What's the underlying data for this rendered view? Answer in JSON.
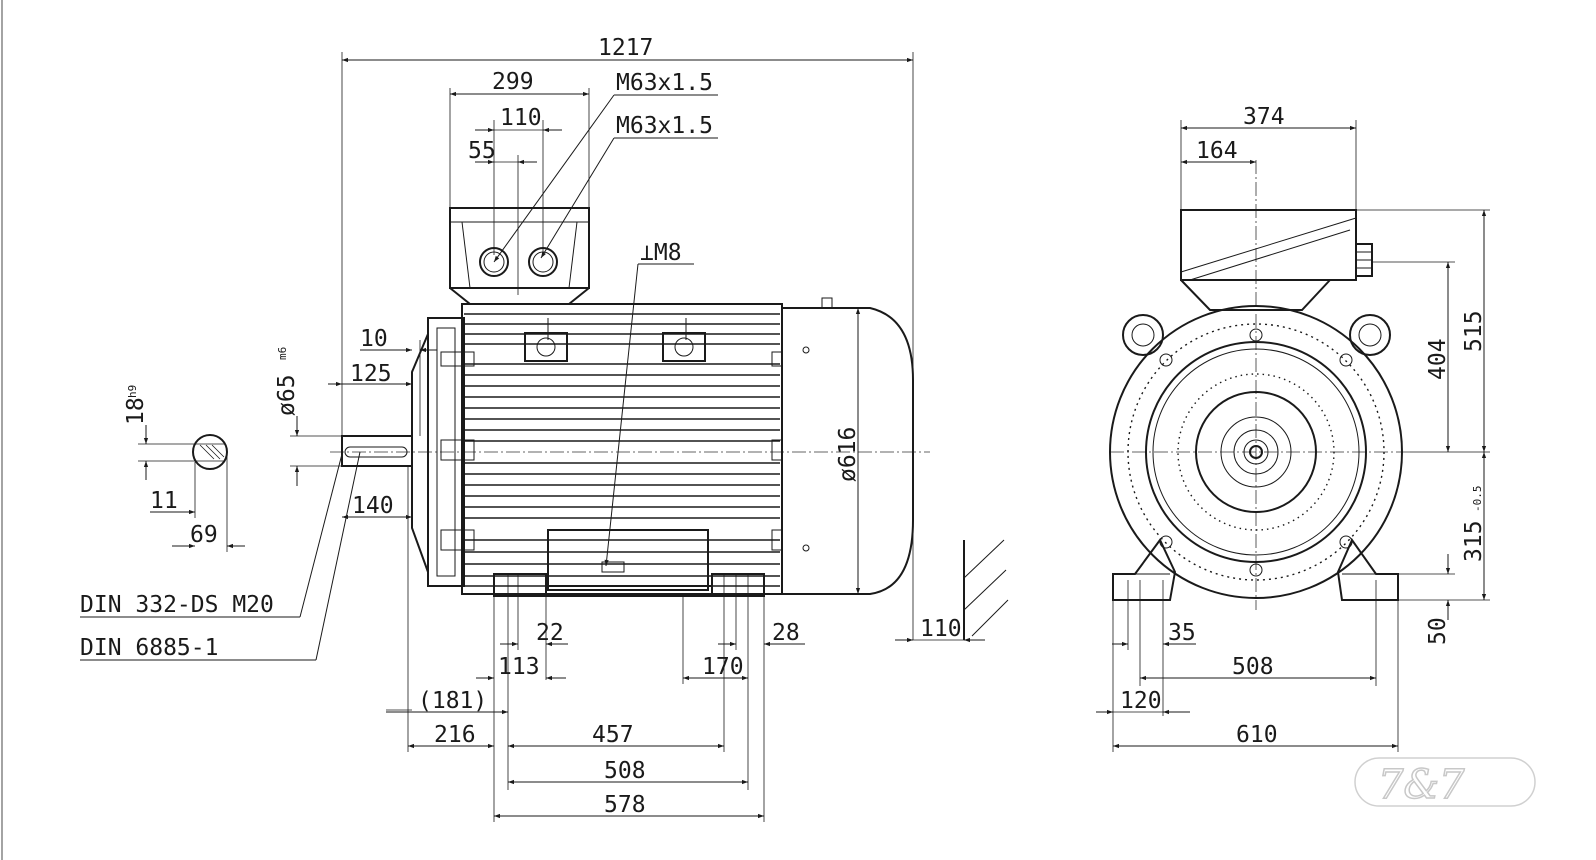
{
  "drawing": {
    "overall_length": "1217",
    "terminal_box": {
      "width": "299",
      "gland_spacing": "110",
      "gland_offset": "55",
      "gland_1": "M63x1.5",
      "gland_2": "M63x1.5"
    },
    "earth_terminal": "⊥M8",
    "shaft": {
      "dia": "ø65",
      "dia_tol": "m6",
      "length": "125",
      "shoulder": "10",
      "keyway_len": "140",
      "centre_hole": "DIN 332-DS M20",
      "key_std": "DIN 6885-1"
    },
    "key_section": {
      "width": "18",
      "width_tol": "h9",
      "depth": "11",
      "height": "69"
    },
    "body": {
      "diameter": "ø616",
      "foot_22": "22",
      "foot_28": "28",
      "dim_113": "113",
      "dim_170": "170",
      "dim_181": "(181)",
      "dim_216": "216",
      "dim_457": "457",
      "dim_508": "508",
      "dim_578": "578",
      "dim_110": "110"
    },
    "end_view": {
      "box_width": "374",
      "box_offset": "164",
      "total_height": "515",
      "box_height": "404",
      "shaft_height": "315",
      "shaft_height_tol": "-0.5",
      "foot_height": "50",
      "foot_35": "35",
      "foot_spacing": "508",
      "foot_120": "120",
      "foot_width": "610"
    }
  }
}
